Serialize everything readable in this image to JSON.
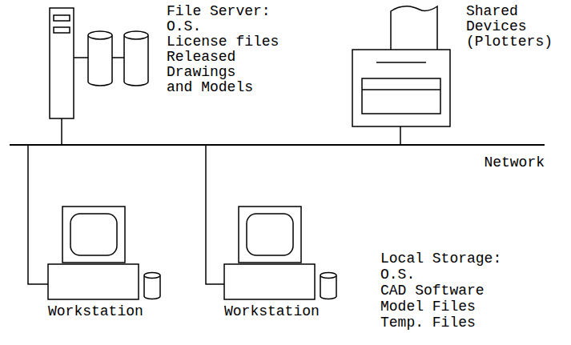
{
  "diagram": {
    "nodes": [
      {
        "text": [
          "File Server:",
          "O.S.",
          "License files",
          "Released Drawings and Models"
        ]
      },
      {
        "text": [
          "Shared Devices (Plotters)"
        ]
      },
      {
        "text": [
          "Network"
        ]
      },
      {
        "text": [
          "Workstation"
        ]
      },
      {
        "text": [
          "Workstation"
        ]
      }
    ],
    "edges": [
      {
        "from": 0,
        "to": 2,
        "arrow": "none"
      },
      {
        "from": 1,
        "to": 2,
        "arrow": "none"
      },
      {
        "from": 3,
        "to": 2,
        "arrow": "none"
      },
      {
        "from": 4,
        "to": 2,
        "arrow": "none"
      }
    ],
    "labels": [
      "Local Storage:",
      "O.S.",
      "CAD Software",
      "Model Files",
      "Temp. Files"
    ]
  }
}
